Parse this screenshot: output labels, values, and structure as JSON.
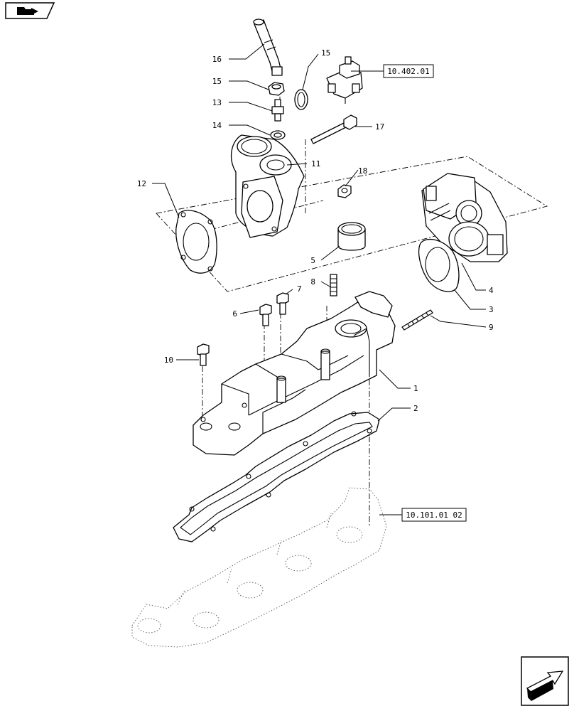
{
  "callouts": [
    {
      "id": "c16",
      "label": "16"
    },
    {
      "id": "c15a",
      "label": "15"
    },
    {
      "id": "c13",
      "label": "13"
    },
    {
      "id": "c14",
      "label": "14"
    },
    {
      "id": "c15b",
      "label": "15"
    },
    {
      "id": "c17",
      "label": "17"
    },
    {
      "id": "c11",
      "label": "11"
    },
    {
      "id": "c12",
      "label": "12"
    },
    {
      "id": "c18",
      "label": "18"
    },
    {
      "id": "c5",
      "label": "5"
    },
    {
      "id": "c8",
      "label": "8"
    },
    {
      "id": "c7",
      "label": "7"
    },
    {
      "id": "c6",
      "label": "6"
    },
    {
      "id": "c4",
      "label": "4"
    },
    {
      "id": "c3",
      "label": "3"
    },
    {
      "id": "c9",
      "label": "9"
    },
    {
      "id": "c10",
      "label": "10"
    },
    {
      "id": "c1",
      "label": "1"
    },
    {
      "id": "c2",
      "label": "2"
    }
  ],
  "references": [
    {
      "id": "r1",
      "label": "10.402.01"
    },
    {
      "id": "r2",
      "label": "10.101.01 02"
    }
  ],
  "icons": {
    "top_left": "folder-arrow-icon",
    "bottom_right": "next-page-arrow-icon"
  }
}
